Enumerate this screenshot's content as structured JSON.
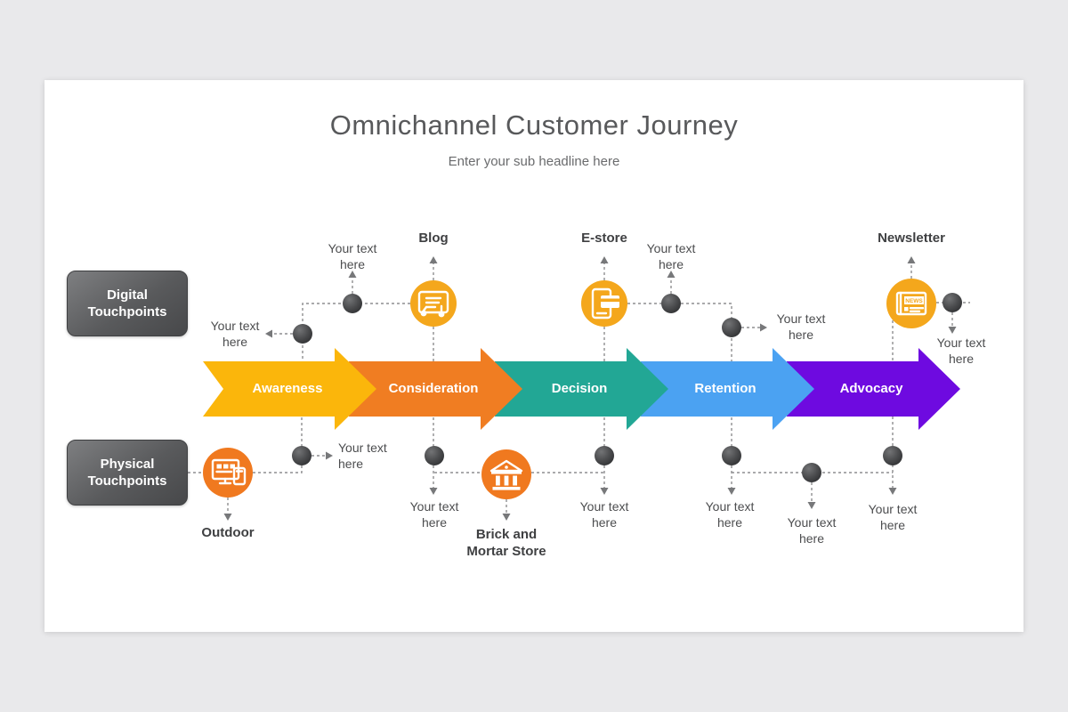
{
  "slide": {
    "title": "Omnichannel Customer Journey",
    "subtitle": "Enter your sub headline here"
  },
  "groups": {
    "digital": {
      "label": "Digital Touchpoints"
    },
    "physical": {
      "label": "Physical Touchpoints"
    }
  },
  "stages": [
    {
      "label": "Awareness",
      "color": "#FBB60B"
    },
    {
      "label": "Consideration",
      "color": "#F07D22"
    },
    {
      "label": "Decision",
      "color": "#22A795"
    },
    {
      "label": "Retention",
      "color": "#4BA2F2"
    },
    {
      "label": "Advocacy",
      "color": "#6E0AE0"
    }
  ],
  "channels": {
    "digital": [
      {
        "label": "Blog",
        "color": "#F4A71C"
      },
      {
        "label": "E-store",
        "color": "#F4A71C"
      },
      {
        "label": "Newsletter",
        "color": "#F4A71C",
        "icon_text": "NEWS"
      }
    ],
    "physical": [
      {
        "label": "Outdoor",
        "color": "#F0791F"
      },
      {
        "label": "Brick and Mortar Store",
        "color": "#F0791F"
      }
    ]
  },
  "placeholder_label": "Your text here"
}
